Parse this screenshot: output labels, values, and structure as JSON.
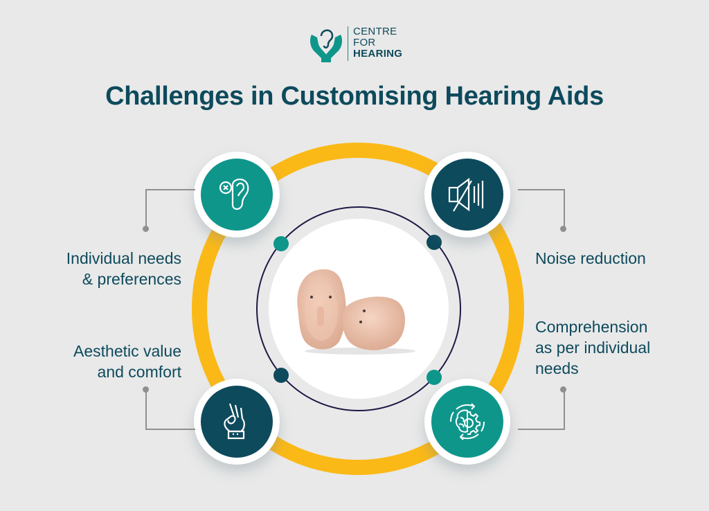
{
  "brand": {
    "line1": "CENTRE",
    "line2": "FOR",
    "line3": "HEARING",
    "logo_icon": "hands-holding-ear-icon"
  },
  "title": "Challenges in Customising Hearing Aids",
  "colors": {
    "background": "#e9e9e9",
    "navy": "#0d4a5c",
    "teal": "#0e968b",
    "yellow": "#fbb918",
    "ring_line": "#1c1a45",
    "connector": "#8f8f8f"
  },
  "center_image": "in-ear-hearing-aids-photo",
  "challenges": [
    {
      "id": "individual-needs",
      "line1": "Individual needs",
      "line2": "& preferences",
      "icon": "ear-with-x-icon",
      "position": "top-left"
    },
    {
      "id": "noise-reduction",
      "line1": "Noise reduction",
      "icon": "speaker-muted-icon",
      "position": "top-right"
    },
    {
      "id": "aesthetic-value",
      "line1": "Aesthetic value",
      "line2": "and comfort",
      "icon": "ok-hand-icon",
      "position": "bottom-left"
    },
    {
      "id": "comprehension",
      "line1": "Comprehension",
      "line2": "as per individual",
      "line3": "needs",
      "icon": "brain-gear-cycle-icon",
      "position": "bottom-right"
    }
  ]
}
